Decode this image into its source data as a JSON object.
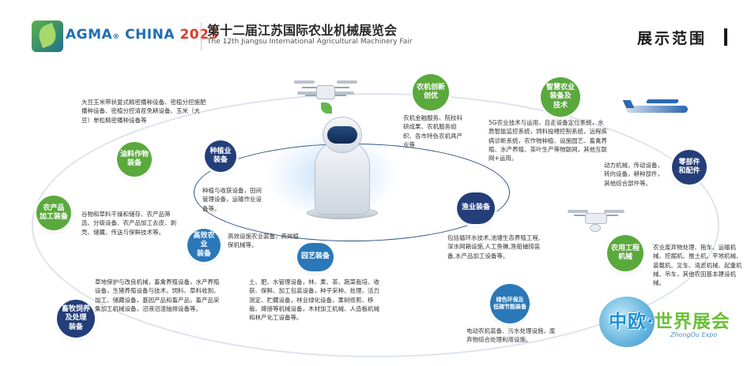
{
  "header": {
    "brand_main": "AGMA",
    "brand_reg": "®",
    "brand_country": " CHINA ",
    "brand_year": "2023",
    "title_cn": "第十二届江苏国际农业机械展览会",
    "title_en": "The 12th Jiangsu International Agricultural Machinery Fair",
    "scope": "展示范围"
  },
  "nodes": {
    "oil_crop": [
      "油料作物",
      "装备"
    ],
    "planting": [
      "种植业",
      "装备"
    ],
    "processing": [
      "农产品",
      "加工装备"
    ],
    "efficient": [
      "高效农业",
      "装备"
    ],
    "livestock": [
      "畜牧饲养",
      "及处理",
      "装备"
    ],
    "horticulture": [
      "园艺装备"
    ],
    "innovation": [
      "农机创新",
      "创优"
    ],
    "smart": [
      "智慧农业",
      "装备及",
      "技术"
    ],
    "parts": [
      "零部件",
      "和配件"
    ],
    "fishery": [
      "渔业装备"
    ],
    "engineering": [
      "农用工程",
      "机械"
    ],
    "green": [
      "绿色环保及",
      "低碳节能装备"
    ]
  },
  "texts": {
    "oil_crop": "大豆玉米带状复式精密播种设备、密植分控施肥播种设备、密植分控清茬免耕设备、玉米（大豆）单粒精密播种设备等",
    "processing": "谷物和草料干燥和储存、农产品筛选、分级设备、农产品加工去皮、剥壳、储藏、传送与保鲜技术等。",
    "livestock": "草地保护与改良机械，畜禽养殖设备，水产养殖设备，生猪养殖设备与技术，饲料、草料收割、加工、储藏设备，基因产品和畜产品，畜产品采集加工机械设备，沼液沼渣抽排设备等。",
    "planting": "种植与收获设备，田间管理设备，运输作业设备等。",
    "efficient": "高效设施农业装备，高效植保机械等。",
    "horticulture": "土、肥、水管理设备，林、果、茶、蔬菜栽培、收获、保鲜、加工包装设备，种子采种、处理、活力测定、贮藏设备，林业绿化设备，果树修剪、移栽、嫁接等机械设备，木材加工机械、人造板机械和林产化工设备等。",
    "innovation": "农机金融服务、院校科研成果、农机服务组织、各市特色农机具产业等",
    "smart": "5G农业技术与运用，自走设备定位系统，水质智能监控系统，饲料投喂控制系统，远程疾病诊断系统，农作物种植、设施园艺、畜禽养殖、水产养殖、茶叶生产等物联网，其他互联网+运用。",
    "fishery": "包括循环水技术,池塘生态养殖工程,深水网箱设施,人工鱼礁,渔船捕捞装备,水产品加工设备等。",
    "parts": "动力机械，传动设备，转向设备，耕种部件，其他综合部件等。",
    "engineering": "农业废弃物处理、拖车、运输机械、挖掘机、推土机、平地机械、装载机、叉车、清淤机械、起重机械、吊车，其他农田基本建设机械。",
    "green": "电动农机装备、污水处理设施、废弃物综合处理利用设施。"
  },
  "watermark": {
    "cn_main": "中欧·",
    "cn_sub": "世界展会",
    "en": "ZhongOu Expo"
  },
  "colors": {
    "green_node": "#5aa93d",
    "blue_node": "#2a78b8",
    "navy_node": "#243e7a",
    "brand_blue": "#1e6fb3",
    "brand_red": "#e23a2a"
  }
}
